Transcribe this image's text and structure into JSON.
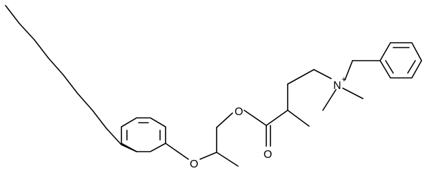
{
  "colors": {
    "background": "#ffffff",
    "line": "#000000"
  },
  "atoms": {
    "ester_oxygen": "O",
    "carbonyl_oxygen": "O",
    "ether_oxygen": "O",
    "ammonium_nitrogen": "N",
    "ammonium_charge": "+"
  }
}
